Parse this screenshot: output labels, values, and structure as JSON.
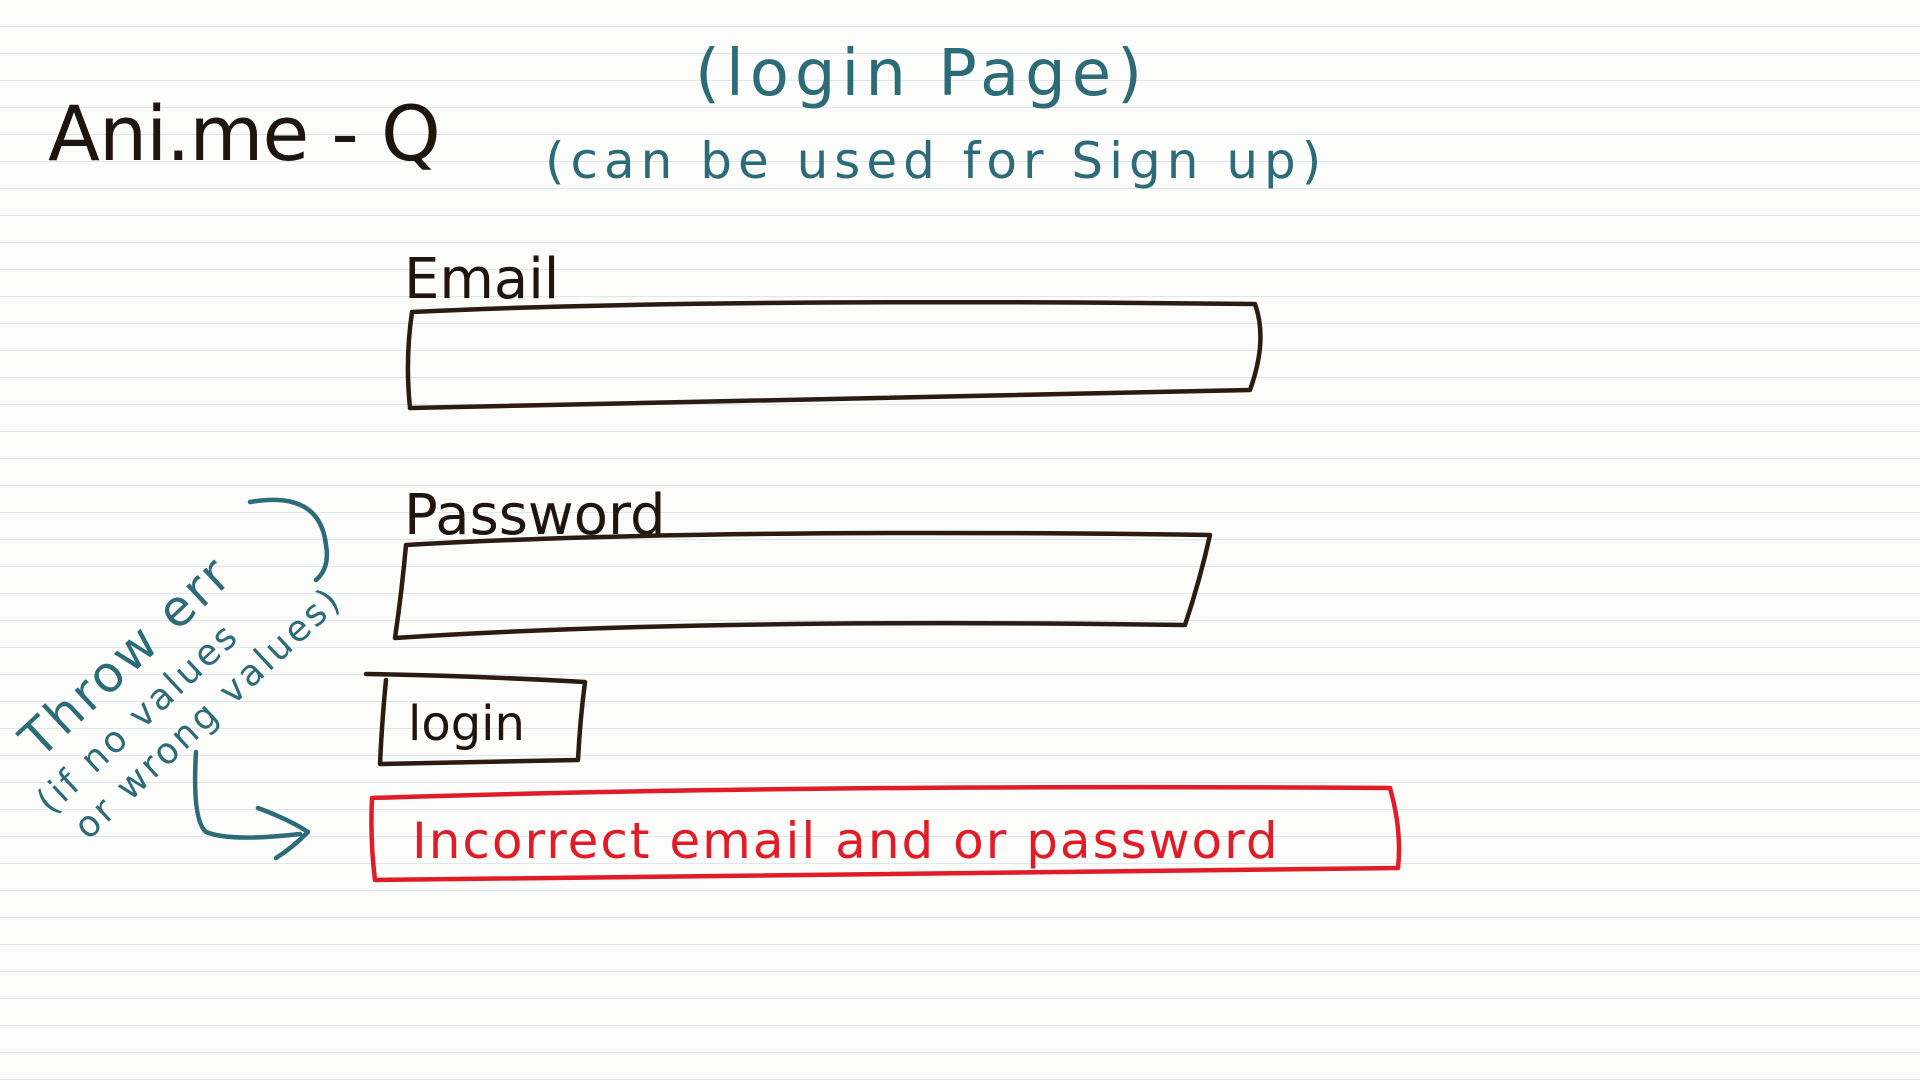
{
  "app_title": "Ani.me - Q",
  "page_heading": "(login Page)",
  "page_subheading": "(can be used for Sign up)",
  "email": {
    "label": "Email",
    "value": ""
  },
  "password": {
    "label": "Password",
    "value": ""
  },
  "login_button": {
    "label": "login"
  },
  "error_message": "Incorrect email and or password",
  "annotation": {
    "line1": "Throw err",
    "line2": "(if no values",
    "line3": "or wrong values)"
  },
  "colors": {
    "ink": "#2b1b12",
    "teal": "#2c6b78",
    "error_red": "#e21c26",
    "paper": "#fcfcfa",
    "rule_line": "#dfe6ee"
  }
}
